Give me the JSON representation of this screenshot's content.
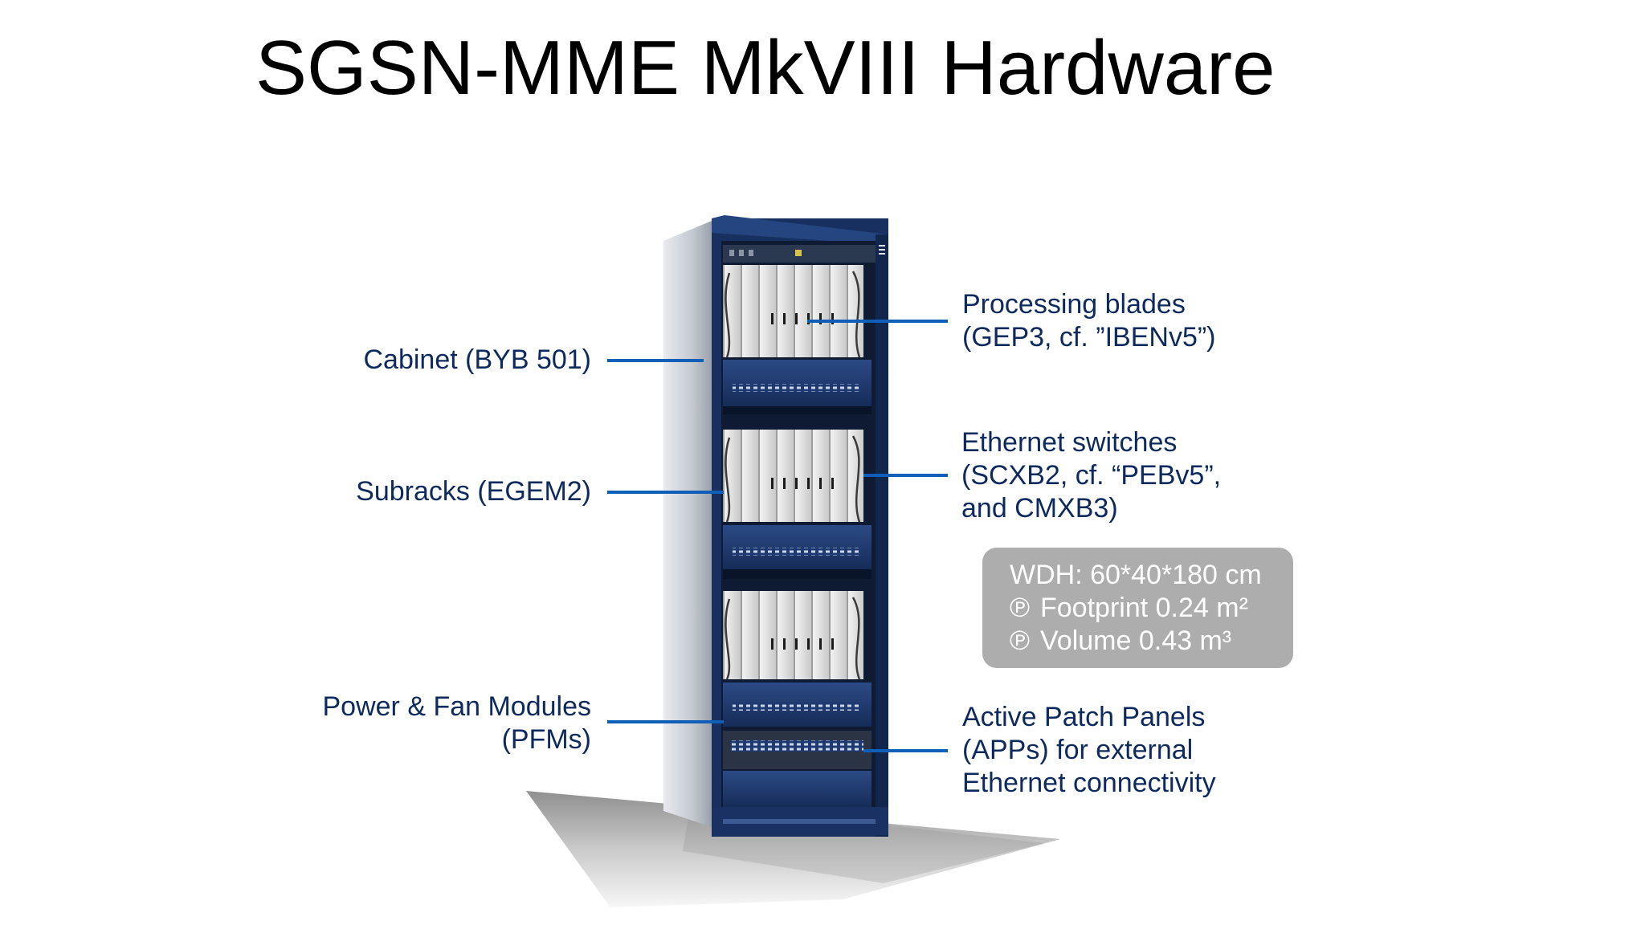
{
  "slide": {
    "title": "SGSN-MME MkVIII Hardware"
  },
  "labels_left": [
    {
      "id": "cabinet",
      "lines": [
        "Cabinet (BYB 501)"
      ]
    },
    {
      "id": "subracks",
      "lines": [
        "Subracks (EGEM2)"
      ]
    },
    {
      "id": "pfm",
      "lines": [
        "Power & Fan Modules",
        "(PFMs)"
      ]
    }
  ],
  "labels_right": [
    {
      "id": "processing",
      "lines": [
        "Processing blades",
        "(GEP3, cf. ”IBENv5”)"
      ]
    },
    {
      "id": "ethernet",
      "lines": [
        "Ethernet switches",
        "(SCXB2, cf. “PEBv5”,",
        "and CMXB3)"
      ]
    },
    {
      "id": "patch",
      "lines": [
        "Active Patch Panels",
        "(APPs) for external",
        "Ethernet connectivity"
      ]
    }
  ],
  "spec_box": {
    "line1": "WDH: 60*40*180 cm",
    "line2_bullet": "℗",
    "line2": "Footprint 0.24 m²",
    "line3_bullet": "℗",
    "line3": "Volume 0.43 m³"
  },
  "colors": {
    "label_text": "#0d2a5e",
    "leader_line": "#0f5fb8",
    "spec_box_bg": "#adadad",
    "rack_frame": "#1c3566",
    "rack_side": "#c8ccd2"
  },
  "rack_logo": "ericsson-logo"
}
